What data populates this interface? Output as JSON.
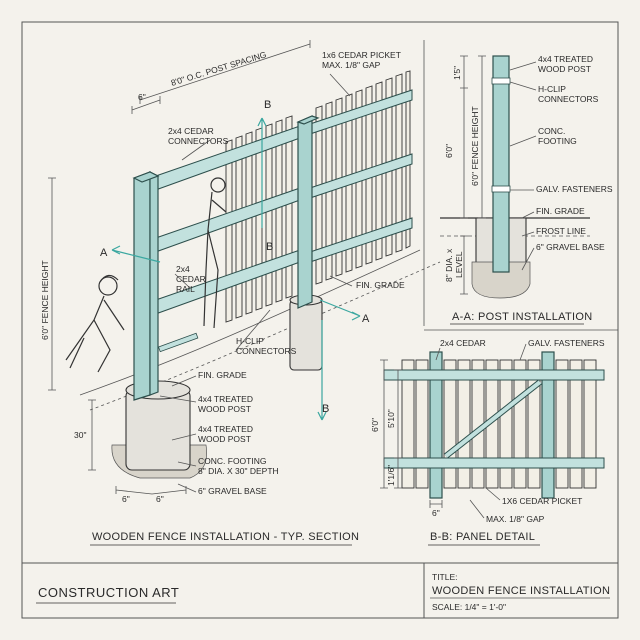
{
  "main_view": {
    "post_spacing": "8'0\" O.C. POST SPACING",
    "dim_6": "6\"",
    "picket_line1": "1x6 CEDAR PICKET",
    "picket_line2": "MAX. 1/8\" GAP",
    "connectors_line1": "2x4 CEDAR",
    "connectors_line2": "CONNECTORS",
    "fence_height": "6'0\" FENCE HEIGHT",
    "section_a": "A",
    "section_b": "B",
    "rail_line1": "2x4",
    "rail_line2": "CEDAR",
    "rail_line3": "RAIL",
    "fin_grade": "FIN. GRADE",
    "hclip_line1": "H-CLIP",
    "hclip_line2": "CONNECTORS",
    "fin_grade_2": "FIN. GRADE",
    "post_line1": "4x4 TREATED",
    "post_line2": "WOOD POST",
    "post2_line1": "4x4 TREATED",
    "post2_line2": "WOOD POST",
    "footing_line1": "CONC. FOOTING",
    "footing_line2": "8\" DIA. X 30\" DEPTH",
    "gravel_base": "6\" GRAVEL BASE",
    "dim_30": "30\"",
    "dim_6a": "6\"",
    "dim_6b": "6\"",
    "caption": "WOODEN FENCE INSTALLATION - TYP. SECTION"
  },
  "post_detail": {
    "post_line1": "4x4 TREATED",
    "post_line2": "WOOD POST",
    "hclip_line1": "H-CLIP",
    "hclip_line2": "CONNECTORS",
    "footing_line1": "CONC.",
    "footing_line2": "FOOTING",
    "fasteners": "GALV. FASTENERS",
    "fin_grade": "FIN. GRADE",
    "frost_line": "FROST LINE",
    "gravel_base": "6\" GRAVEL BASE",
    "dim_15": "1'5\"",
    "dim_60": "6'0\"",
    "fence_height": "6'0\" FENCE HEIGHT",
    "dia_line1": "8\" DIA. x",
    "dia_line2": "LEVEL",
    "caption": "A-A: POST INSTALLATION"
  },
  "panel_detail": {
    "cedar": "2x4 CEDAR",
    "fasteners": "GALV. FASTENERS",
    "dim_60": "6'0\"",
    "dim_510": "5'10\"",
    "dim_116": "1'1/6\"",
    "dim_6": "6\"",
    "picket": "1X6 CEDAR PICKET",
    "gap": "MAX. 1/8\" GAP",
    "caption": "B-B: PANEL DETAIL"
  },
  "footer": {
    "brand": "CONSTRUCTION ART",
    "title_label": "TITLE:",
    "title": "WOODEN FENCE INSTALLATION",
    "scale": "SCALE: 1/4\" = 1'-0\""
  }
}
